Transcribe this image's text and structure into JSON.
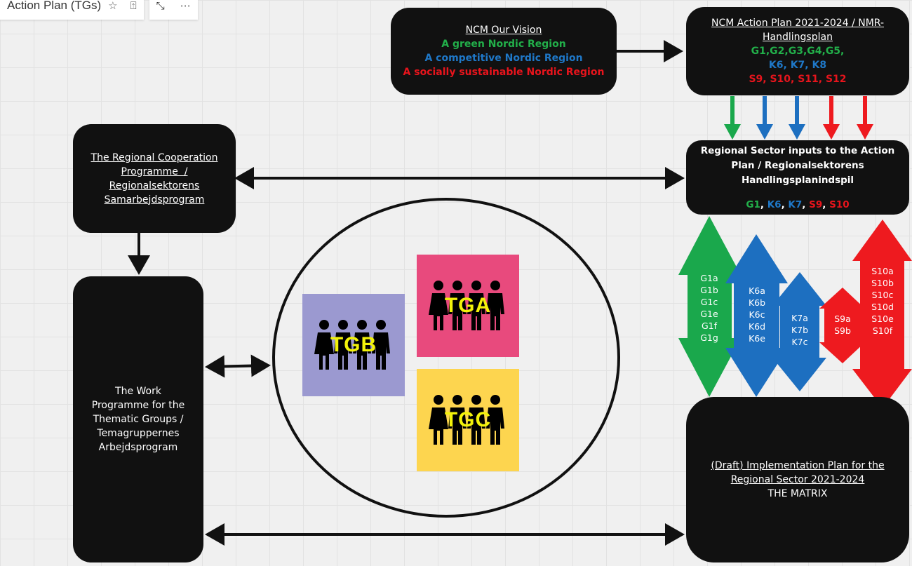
{
  "toolbar": {
    "title": "Action Plan (TGs)",
    "star_icon": "star-icon",
    "share_icon": "upload-icon",
    "fit_icon": "fit-screen-icon",
    "more_icon": "more-icon"
  },
  "vision": {
    "title": "NCM Our Vision",
    "green": "A green Nordic Region",
    "competitive": "A competitive Nordic Region",
    "social": "A socially sustainable Nordic Region"
  },
  "action_plan": {
    "title": "NCM Action Plan 2021-2024 / NMR-Handlingsplan",
    "green": "G1,G2,G3,G4,G5,",
    "blue": "K6, K7, K8",
    "red": "S9, S10, S11, S12"
  },
  "regional_programme": {
    "line1": "The Regional Cooperation",
    "line2": "Programme  /",
    "line3": "Regionalsektorens",
    "line4": "Samarbejdsprogram"
  },
  "sector_inputs": {
    "title": "Regional Sector inputs to the Action Plan / Regionalsektorens Handlingsplanindspil",
    "green": "G1",
    "blue1": "K6",
    "blue2": "K7",
    "red1": "S9",
    "red2": "S10",
    "sep": ", "
  },
  "work_programme": {
    "text": "The Work Programme for the Thematic Groups / Temagruppernes Arbejdsprogram"
  },
  "implementation": {
    "line1": "(Draft) Implementation Plan for the",
    "line2": "Regional Sector 2021-2024",
    "line3": "THE MATRIX"
  },
  "groups": [
    {
      "label": "TGA",
      "color": "#e84a7d"
    },
    {
      "label": "TGB",
      "color": "#9b99d0"
    },
    {
      "label": "TGC",
      "color": "#fdd54f"
    }
  ],
  "arrow_lists": {
    "green": [
      "G1a",
      "G1b",
      "G1c",
      "G1e",
      "G1f",
      "G1g"
    ],
    "k6": [
      "K6a",
      "K6b",
      "K6c",
      "K6d",
      "K6e"
    ],
    "k7": [
      "K7a",
      "K7b",
      "K7c"
    ],
    "s9": [
      "S9a",
      "S9b"
    ],
    "s10": [
      "S10a",
      "S10b",
      "S10c",
      "S10d",
      "S10e",
      "S10f"
    ]
  },
  "colors": {
    "green": "#1aa84c",
    "blue": "#1d6fc0",
    "red": "#ee1a1f",
    "box": "#111111"
  }
}
